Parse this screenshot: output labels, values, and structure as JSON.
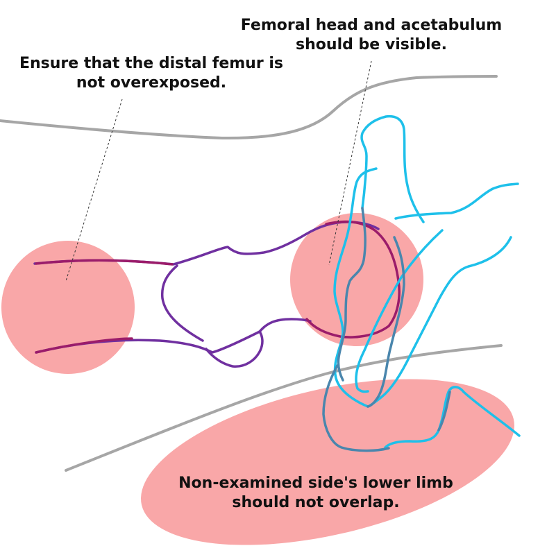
{
  "annotations": {
    "distal_femur": {
      "line1": "Ensure that the distal femur is",
      "line2": "not overexposed."
    },
    "femoral_head": {
      "line1": "Femoral head and acetabulum",
      "line2": "should be visible."
    },
    "lower_limb": {
      "line1": "Non-examined side's lower limb",
      "line2": "should not overlap."
    }
  },
  "colors": {
    "highlight": "#f9a7a8",
    "femur": "#7030a0",
    "femur_overlap": "#9b1c6a",
    "pelvis": "#1ec0ea",
    "pelvis_overlap": "#4a86ad",
    "body_outline": "#a6a6a6",
    "leader_line": "#333333",
    "text": "#111111"
  }
}
